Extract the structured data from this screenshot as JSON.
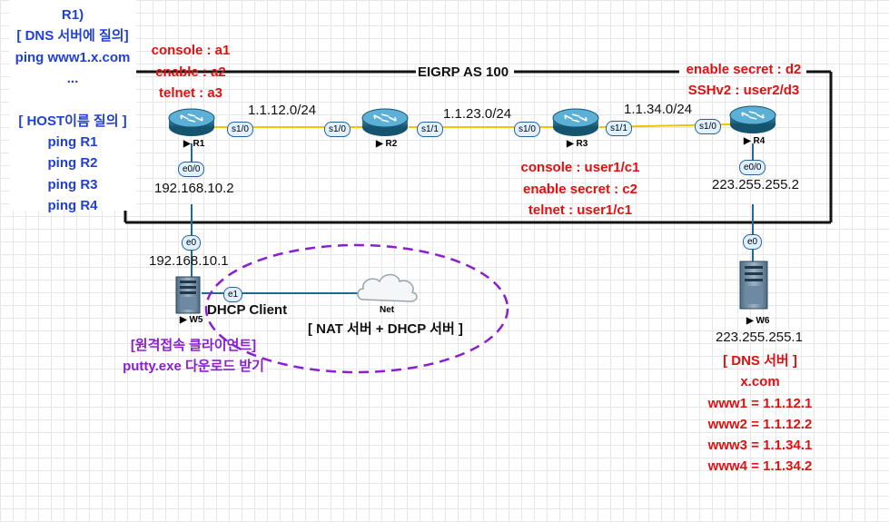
{
  "left_panel": {
    "lines": [
      "R1)",
      "[ DNS 서버에 질의]",
      "ping www1.x.com",
      "...",
      "",
      "[ HOST이름 질의 ]",
      "ping R1",
      "ping R2",
      "ping R3",
      "ping R4"
    ]
  },
  "r1_credentials": [
    "console : a1",
    "enable : a2",
    "telnet : a3"
  ],
  "r4_credentials": [
    "enable secret : d2",
    "SSHv2 : user2/d3"
  ],
  "r3_credentials": [
    "console : user1/c1",
    "enable secret : c2",
    "telnet : user1/c1"
  ],
  "eigrp_label": "EIGRP AS 100",
  "networks": {
    "n12": "1.1.12.0/24",
    "n23": "1.1.23.0/24",
    "n34": "1.1.34.0/24"
  },
  "routers": {
    "r1": "R1",
    "r2": "R2",
    "r3": "R3",
    "r4": "R4"
  },
  "ports": {
    "r1_s10": "s1/0",
    "r2_s10": "s1/0",
    "r2_s11": "s1/1",
    "r3_s10": "s1/0",
    "r3_s11": "s1/1",
    "r4_s10": "s1/0",
    "r1_e00": "e0/0",
    "r4_e00": "e0/0",
    "w5_e0": "e0",
    "w5_e1": "e1",
    "w6_e0": "e0"
  },
  "ips": {
    "r1_e00": "192.168.10.2",
    "w5_e0": "192.168.10.1",
    "r4_e00": "223.255.255.2",
    "w6_e0": "223.255.255.1"
  },
  "hosts": {
    "w5": "W5",
    "w6": "W6",
    "net": "Net"
  },
  "dhcp_client": "DHCP Client",
  "nat_label": "[ NAT 서버 + DHCP 서버 ]",
  "w5_notes": [
    "[원격접속 클라이언트]",
    "putty.exe 다운로드 받기"
  ],
  "dns_server": [
    "[ DNS 서버 ]",
    "x.com",
    "www1 = 1.1.12.1",
    "www2 = 1.1.12.2",
    "www3 = 1.1.34.1",
    "www4 = 1.1.34.2"
  ],
  "colors": {
    "blue": "#1f3fd6",
    "red": "#e01010",
    "purple": "#8a1fd0",
    "link": "#f0c400",
    "router": "#1f6b8f"
  },
  "icons": {
    "router": "router-icon",
    "server": "server-icon",
    "cloud": "cloud-icon"
  }
}
